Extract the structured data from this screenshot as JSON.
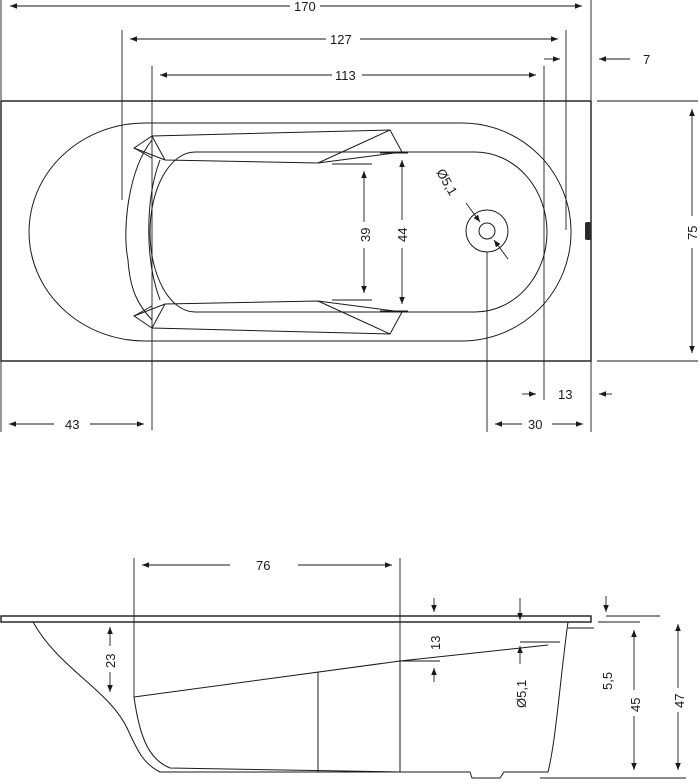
{
  "top_view": {
    "dim_overall_length": "170",
    "dim_inner_length": "127",
    "dim_bottom_length": "113",
    "dim_rim_right": "7",
    "dim_overall_width": "75",
    "dim_inner_width_44": "44",
    "dim_bottom_width_39": "39",
    "dim_drain_diameter": "Ø5,1",
    "dim_left_offset": "43",
    "dim_right_13": "13",
    "dim_drain_offset": "30"
  },
  "side_view": {
    "dim_length_76": "76",
    "dim_depth_23": "23",
    "dim_13": "13",
    "dim_drain_diameter": "Ø5,1",
    "dim_5_5": "5,5",
    "dim_45": "45",
    "dim_47": "47"
  }
}
